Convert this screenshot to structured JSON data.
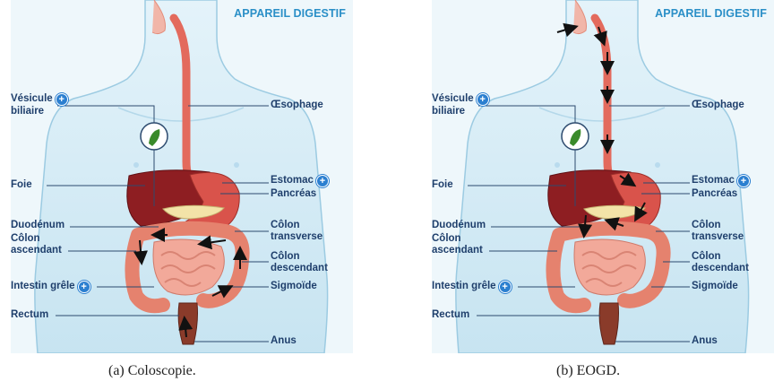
{
  "panels": [
    {
      "title": "APPAREIL DIGESTIF",
      "caption": "(a)  Coloscopie.",
      "labels": {
        "vesicule": "Vésicule",
        "biliaire": "biliaire",
        "oesophage": "Œsophage",
        "foie": "Foie",
        "estomac": "Estomac",
        "pancreas": "Pancréas",
        "duodenum": "Duodénum",
        "colon_asc_1": "Côlon",
        "colon_asc_2": "ascendant",
        "colon_tr_1": "Côlon",
        "colon_tr_2": "transverse",
        "colon_desc_1": "Côlon",
        "colon_desc_2": "descendant",
        "intestin": "Intestin grêle",
        "sigmoide": "Sigmoïde",
        "rectum": "Rectum",
        "anus": "Anus"
      }
    },
    {
      "title": "APPAREIL DIGESTIF",
      "caption": "(b)  EOGD.",
      "labels": {
        "vesicule": "Vésicule",
        "biliaire": "biliaire",
        "oesophage": "Œsophage",
        "foie": "Foie",
        "estomac": "Estomac",
        "pancreas": "Pancréas",
        "duodenum": "Duodénum",
        "colon_asc_1": "Côlon",
        "colon_asc_2": "ascendant",
        "colon_tr_1": "Côlon",
        "colon_tr_2": "transverse",
        "colon_desc_1": "Côlon",
        "colon_desc_2": "descendant",
        "intestin": "Intestin grêle",
        "sigmoide": "Sigmoïde",
        "rectum": "Rectum",
        "anus": "Anus"
      }
    }
  ],
  "icons": {
    "info": "plus-circle-icon",
    "gallbladder": "gallbladder-icon",
    "arrow": "arrow-icon"
  },
  "colors": {
    "body": "#cfe9f5",
    "outline": "#7fb6d4",
    "liver": "#8e1e22",
    "stomach": "#d9534b",
    "intestine": "#f2a99a",
    "colon": "#e5826e",
    "label": "#1f3f6c",
    "title": "#2a8fc7",
    "info": "#2b7fd0"
  }
}
